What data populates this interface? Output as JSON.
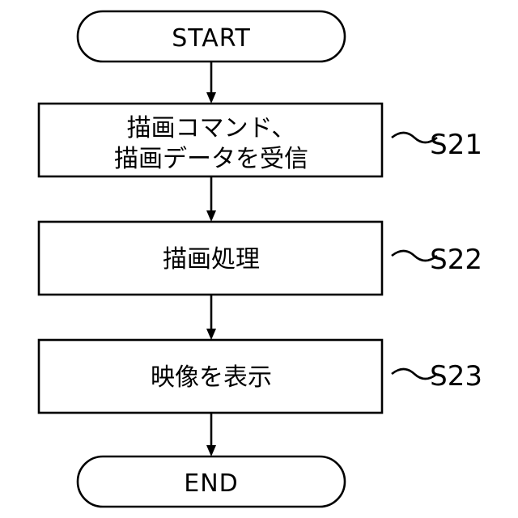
{
  "flowchart": {
    "start": {
      "label": "START"
    },
    "steps": [
      {
        "id": "S21",
        "lines": [
          "描画コマンド、",
          "描画データを受信"
        ]
      },
      {
        "id": "S22",
        "lines": [
          "描画処理"
        ]
      },
      {
        "id": "S23",
        "lines": [
          "映像を表示"
        ]
      }
    ],
    "end": {
      "label": "END"
    }
  }
}
